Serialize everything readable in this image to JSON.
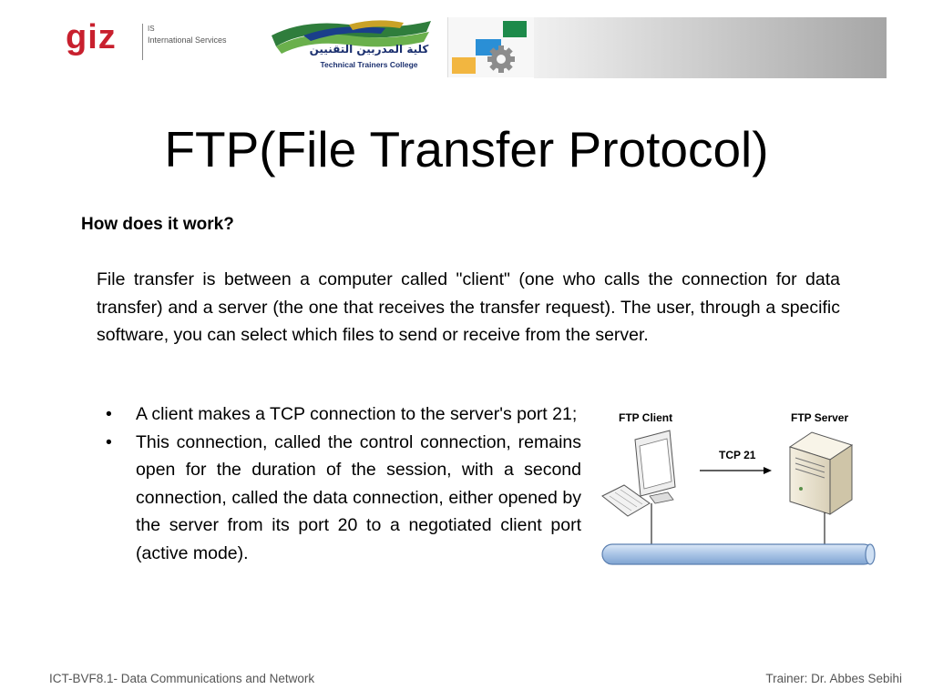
{
  "header": {
    "giz_logo_text": "giz",
    "giz_is": "IS",
    "giz_tagline": "International Services",
    "college_arabic": "كلية المدربين التقنيين",
    "college_english": "Technical Trainers College"
  },
  "slide": {
    "title": "FTP(File Transfer Protocol)",
    "subheading": "How does it work?",
    "paragraph": "File transfer is between a computer called \"client\" (one who calls the connection for data transfer) and a server (the one that receives the transfer request). The user, through a specific software, you can select which files to send or receive from the server.",
    "bullet_char": "•",
    "bullets": [
      "A client makes a TCP connection to the server's port 21;",
      "This connection, called the control connection, remains open for the duration of the session, with a second connection, called the data connection, either opened by the server from its port 20 to a negotiated client port (active mode)."
    ]
  },
  "diagram": {
    "client_label": "FTP Client",
    "server_label": "FTP Server",
    "link_label": "TCP 21"
  },
  "footer": {
    "left": "ICT-BVF8.1- Data Communications and Network",
    "right": "Trainer: Dr. Abbes  Sebihi"
  },
  "colors": {
    "giz_red": "#c8202e",
    "college_blue": "#1a2f6e",
    "network_bar": "#a9c4e6"
  }
}
